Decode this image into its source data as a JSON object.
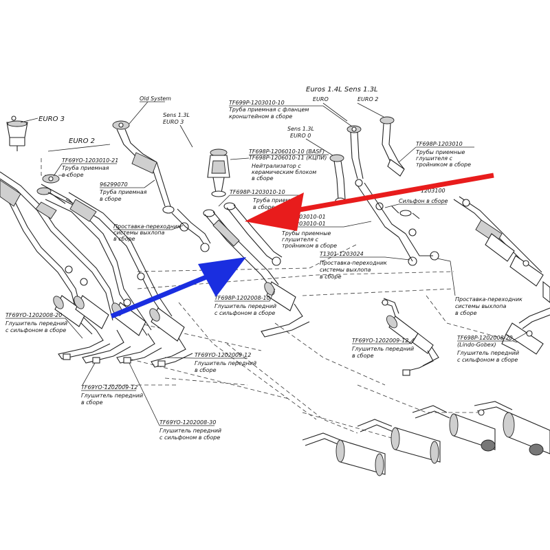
{
  "labels": {
    "euro3_left": "EURO 3",
    "euro2_left": "EURO 2",
    "old_system": "Old System",
    "sens13_title": "Sens 1.3L",
    "sens13_euro": "EURO 3",
    "tf699p_code": "TF699P-1203010-10",
    "tf699p_desc1": "Труба приемная с фланцем",
    "tf699p_desc2": "кронштейном в сборе",
    "top_right_cut": "Euros 1.4L  Sens 1.3L",
    "euro_top": "EURO",
    "euro2_top": "EURO 2",
    "sens13_euro0_title": "Sens 1.3L",
    "sens13_euro0": "EURO 0",
    "tf698p_basf": "TF698P-1206010-10 (BASF)",
    "tf698p_kpi": "TF698P-1206010-11 (КЦПИ)",
    "neutralizer1": "Нейтрализатор с",
    "neutralizer2": "керамическим блоком",
    "neutralizer3": "в сборе",
    "tf698p_1203010": "TF698P-1203010",
    "pipes_receiving1": "Трубы приемные",
    "pipes_receiving2": "глушителя с",
    "pipes_receiving3": "тройником в сборе",
    "tf69yo_1203010_21": "TF69YO-1203010-21",
    "pipe_receiving_left1": "Труба приемная",
    "pipe_receiving_left2": "в сборе",
    "code_96299070": "96299070",
    "pipe_receiving_mid1": "Труба приемная",
    "pipe_receiving_mid2": "в сборе",
    "tf698p_1203010_10": "TF698P-1203010-10",
    "pipe_receiving_c1": "Труба приемная",
    "pipe_receiving_c2": "в сборе",
    "code_1203100": "1203100",
    "bellows": "Сильфон в сборе",
    "code_01": "1203010-01",
    "code_01b": "1203010-01",
    "pipes_tee1": "Трубы приемные",
    "pipes_tee2": "глушителя с",
    "pipes_tee3": "тройником в сборе",
    "adapter_left1": "Проставка-переходник",
    "adapter_left2": "системы выхлопа",
    "adapter_left3": "в сборе",
    "t1301": "T1301-1203024",
    "adapter_mid1": "Проставка-переходник",
    "adapter_mid2": "системы выхлопа",
    "adapter_mid3": "в сборе",
    "tf698p_1202008_10": "TF698P-1202008-10",
    "muffler_bellows1": "Глушитель передний",
    "muffler_bellows2": "с сильфоном в сборе",
    "adapter_right1": "Проставка-переходник",
    "adapter_right2": "системы выхлопа",
    "adapter_right3": "в сборе",
    "tf69yo_1202008_20": "TF69YO-1202008-20",
    "muffler_l1": "Глушитель передний",
    "muffler_l2": "с сильфоном в сборе",
    "tf69yo_1202009_12a": "TF69YO-1202009-12",
    "muffler_a1": "Глушитель передний",
    "muffler_a2": "в сборе",
    "tf69yo_1202009_12b": "TF69YO-1202009-12",
    "muffler_b1": "Глушитель передний",
    "muffler_b2": "в сборе",
    "tf69yo_1202009_12c": "TF69YO-1202009-12",
    "muffler_c1": "Глушитель передний",
    "muffler_c2": "в сборе",
    "tf69yo_1202008_30": "TF69YO-1202008-30",
    "muffler_d1": "Глушитель передний",
    "muffler_d2": "с сильфоном в сборе",
    "tf698p_1202008_20": "TF698P-1202008-20",
    "lindo": "(Lindo-Gobex)",
    "muffler_e1": "Глушитель передний",
    "muffler_e2": "с сильфоном в сборе"
  },
  "colors": {
    "red_arrow": "#e81c1c",
    "blue_arrow": "#1a2ee0",
    "line": "#222222"
  }
}
